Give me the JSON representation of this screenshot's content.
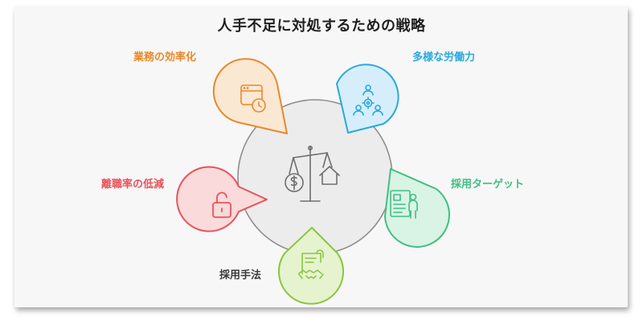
{
  "title": "人手不足に対処するための戦略",
  "center_icon": "balance-scale-icon",
  "petals": [
    {
      "key": "efficiency",
      "label": "業務の効率化",
      "icon": "calendar-clock-icon",
      "color": "#e8892b",
      "fill": "#fbe8d3"
    },
    {
      "key": "diversity",
      "label": "多様な労働力",
      "icon": "people-gear-icon",
      "color": "#29a9dd",
      "fill": "#d6eefb"
    },
    {
      "key": "target",
      "label": "採用ターゲット",
      "icon": "resume-person-icon",
      "color": "#3fbf83",
      "fill": "#d9f3e5"
    },
    {
      "key": "method",
      "label": "採用手法",
      "icon": "contract-handshake-icon",
      "color": "#8cc63f",
      "fill": "#e5f3cf"
    },
    {
      "key": "retention",
      "label": "離職率の低減",
      "icon": "unlock-icon",
      "color": "#e8535a",
      "fill": "#fadada"
    }
  ]
}
